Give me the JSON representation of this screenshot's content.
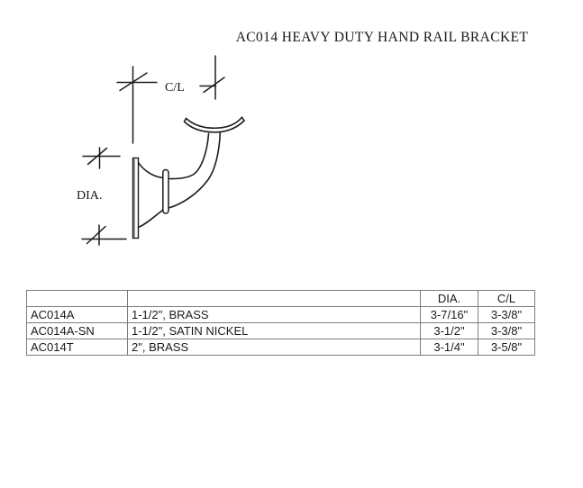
{
  "page": {
    "background": "#ffffff",
    "ink_color": "#1c1c1c",
    "table_border_color": "#7d7d7d"
  },
  "title": "AC014 HEAVY DUTY HAND RAIL BRACKET",
  "diagram": {
    "centerline_label": "C/L",
    "diameter_label": "DIA."
  },
  "table": {
    "headers": {
      "sku": "",
      "description": "",
      "dia": "DIA.",
      "cl": "C/L"
    },
    "rows": [
      {
        "sku": "AC014A",
        "description": "1-1/2\", BRASS",
        "dia": "3-7/16\"",
        "cl": "3-3/8\""
      },
      {
        "sku": "AC014A-SN",
        "description": "1-1/2\", SATIN NICKEL",
        "dia": "3-1/2\"",
        "cl": "3-3/8\""
      },
      {
        "sku": "AC014T",
        "description": "2\", BRASS",
        "dia": "3-1/4\"",
        "cl": "3-5/8\""
      }
    ]
  }
}
